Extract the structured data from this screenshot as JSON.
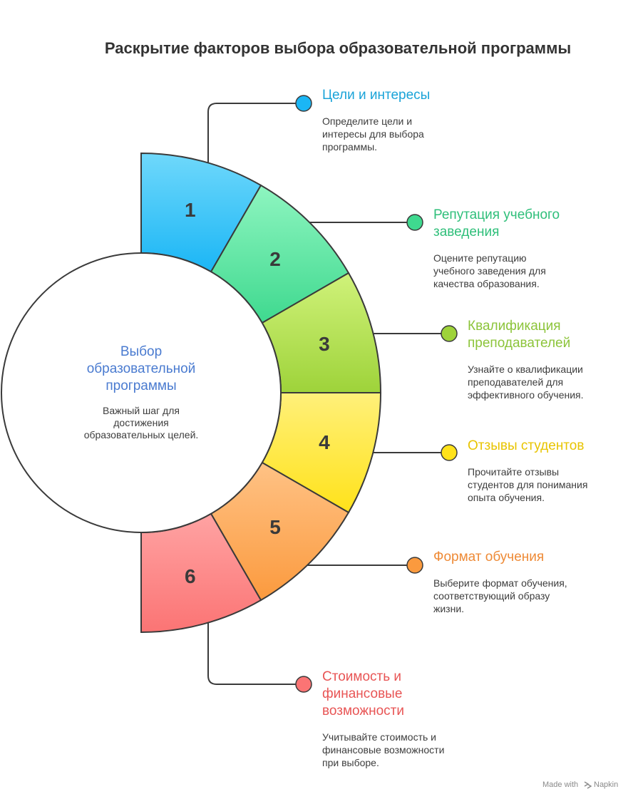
{
  "title": "Раскрытие факторов выбора образовательной программы",
  "center": {
    "title_lines": [
      "Выбор",
      "образовательной",
      "программы"
    ],
    "desc_lines": [
      "Важный шаг для",
      "достижения",
      "образовательных целей."
    ]
  },
  "segments": [
    {
      "number": "1",
      "heading_lines": [
        "Цели и интересы"
      ],
      "desc_lines": [
        "Определите цели и",
        "интересы для выбора",
        "программы."
      ],
      "color_top": "#6fd8fb",
      "color_bottom": "#1bb6f5",
      "heading_color": "#1aa3d8"
    },
    {
      "number": "2",
      "heading_lines": [
        "Репутация учебного",
        "заведения"
      ],
      "desc_lines": [
        "Оцените репутацию",
        "учебного заведения для",
        "качества образования."
      ],
      "color_top": "#8ef5c0",
      "color_bottom": "#3fd98f",
      "heading_color": "#2fbf7a"
    },
    {
      "number": "3",
      "heading_lines": [
        "Квалификация",
        "преподавателей"
      ],
      "desc_lines": [
        "Узнайте о квалификации",
        "преподавателей для",
        "эффективного обучения."
      ],
      "color_top": "#d0f27a",
      "color_bottom": "#9ed33a",
      "heading_color": "#8cc43a"
    },
    {
      "number": "4",
      "heading_lines": [
        "Отзывы студентов"
      ],
      "desc_lines": [
        "Прочитайте отзывы",
        "студентов для понимания",
        "опыта обучения."
      ],
      "color_top": "#fff07a",
      "color_bottom": "#ffe21a",
      "heading_color": "#e8c400"
    },
    {
      "number": "5",
      "heading_lines": [
        "Формат обучения"
      ],
      "desc_lines": [
        "Выберите формат обучения,",
        "соответствующий образу",
        "жизни."
      ],
      "color_top": "#ffc285",
      "color_bottom": "#fb9a3e",
      "heading_color": "#ee8a36"
    },
    {
      "number": "6",
      "heading_lines": [
        "Стоимость и",
        "финансовые",
        "возможности"
      ],
      "desc_lines": [
        "Учитывайте стоимость и",
        "финансовые возможности",
        "при выборе."
      ],
      "color_top": "#ffa3a3",
      "color_bottom": "#fb7474",
      "heading_color": "#e85555"
    }
  ],
  "footer": {
    "made_with": "Made with",
    "brand": "Napkin"
  }
}
